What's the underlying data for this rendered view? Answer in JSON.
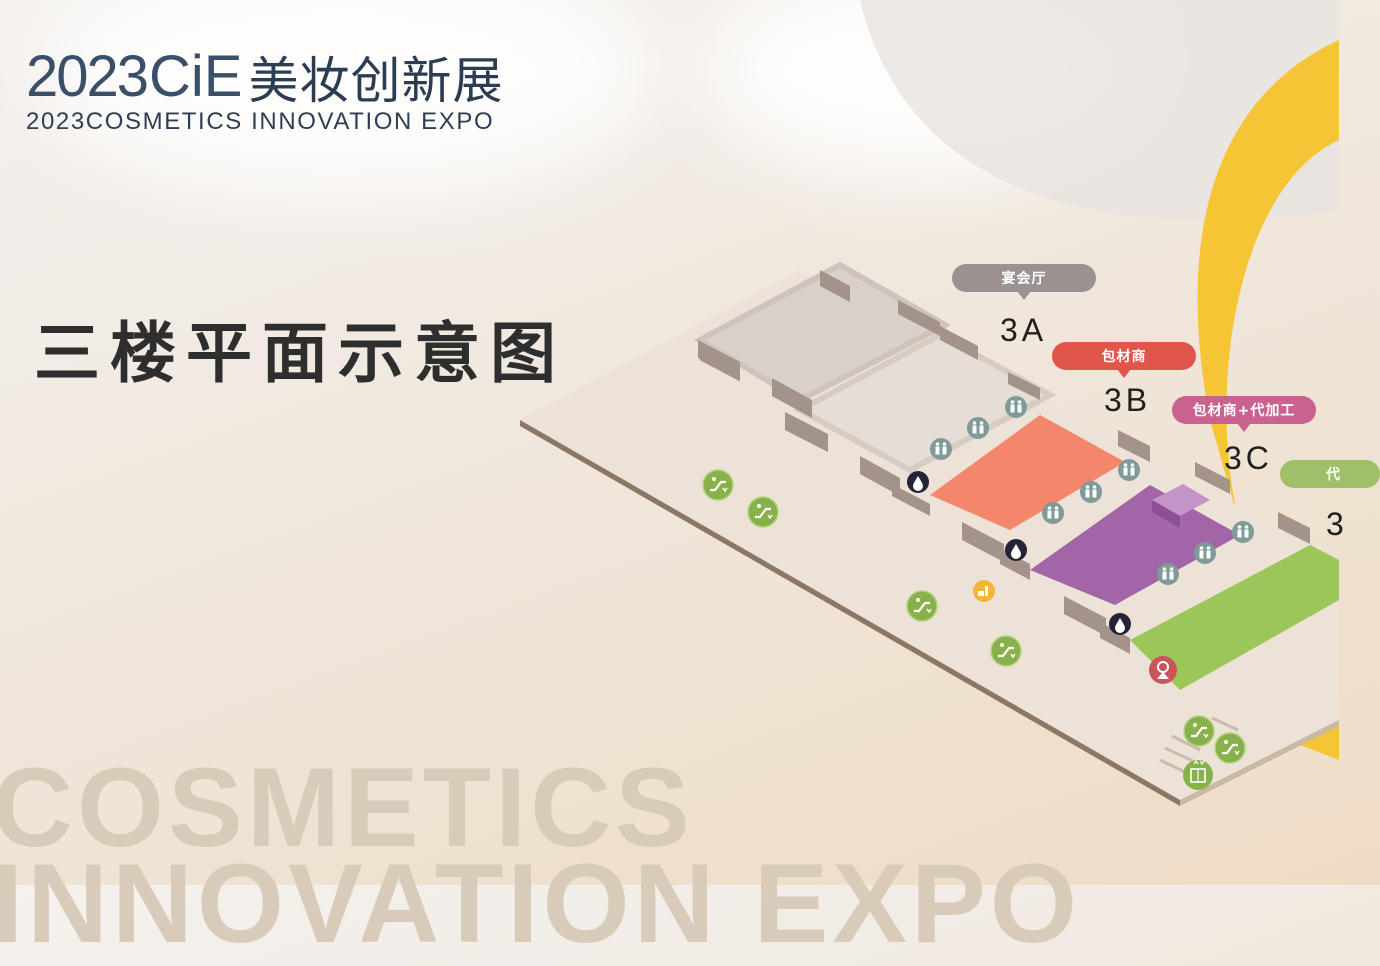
{
  "logo": {
    "year": "2023",
    "brand": "CiE",
    "chinese_name": "美妆创新展",
    "english_name": "2023COSMETICS INNOVATION EXPO"
  },
  "title": "三楼平面示意图",
  "watermark": {
    "line1": "COSMETICS",
    "line2": "INNOVATION EXPO"
  },
  "halls": [
    {
      "id": "3A",
      "label": "3A",
      "category": "宴会厅",
      "color": "#9a9291"
    },
    {
      "id": "3B",
      "label": "3B",
      "category": "包材商",
      "color": "#e0564a",
      "floor_color": "#f4876b"
    },
    {
      "id": "3C",
      "label": "3C",
      "category": "包材商+代加工",
      "color": "#c9628e",
      "floor_color": "#a265a8"
    },
    {
      "id": "3D",
      "label": "3",
      "category": "代",
      "color": "#9fbf6a",
      "floor_color": "#9cc65a"
    }
  ],
  "legend_icons": {
    "restroom": "restroom-icon",
    "water": "water-drop-icon",
    "escalator": "escalator-icon",
    "elevator": "elevator-icon",
    "info_desk": "info-desk-icon",
    "service": "service-center-icon"
  },
  "colors": {
    "accent_yellow": "#f7c63a",
    "restroom_badge": "#7f9a98",
    "escalator_badge": "#88b04b",
    "water_badge": "#262338",
    "service_badge": "#c9545a",
    "info_badge": "#f3b43a"
  }
}
